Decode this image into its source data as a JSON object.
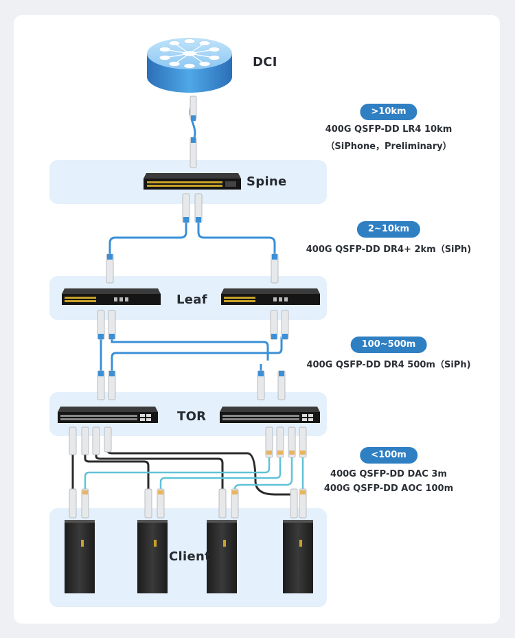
{
  "tiers": {
    "dci": "DCI",
    "spine": "Spine",
    "leaf": "Leaf",
    "tor": "TOR",
    "client": "Client"
  },
  "links": [
    {
      "distance": ">10km",
      "spec_lines": [
        "400G QSFP-DD LR4 10km",
        "（SiPhone，Preliminary）"
      ]
    },
    {
      "distance": "2~10km",
      "spec_lines": [
        "400G QSFP-DD DR4+ 2km（SiPh)"
      ]
    },
    {
      "distance": "100~500m",
      "spec_lines": [
        "400G QSFP-DD DR4 500m（SiPh)"
      ]
    },
    {
      "distance": "<100m",
      "spec_lines": [
        "400G QSFP-DD DAC 3m",
        "400G QSFP-DD AOC 100m"
      ]
    }
  ],
  "colors": {
    "accent": "#2f7fc3",
    "tier_bg": "#e4f0fb",
    "fiber_blue": "#3a8fd6",
    "aoc_cyan": "#5fc3d8",
    "dac_black": "#2a2a2a"
  }
}
